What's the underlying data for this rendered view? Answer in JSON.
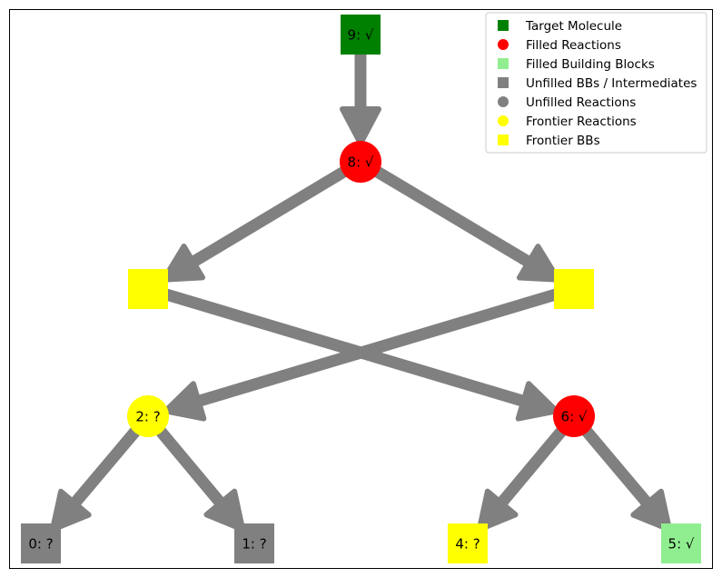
{
  "colors": {
    "target": "#008000",
    "filled_reaction": "#ff0000",
    "filled_bb": "#90ee90",
    "unfilled": "#808080",
    "frontier": "#ffff00",
    "edge": "#808080",
    "frame": "#000000",
    "legend_border": "#cccccc"
  },
  "nodes": [
    {
      "id": "9",
      "label": "9: √",
      "shape": "square",
      "status": "target",
      "color": "#008000"
    },
    {
      "id": "8",
      "label": "8: √",
      "shape": "circle",
      "status": "filled-reaction",
      "color": "#ff0000"
    },
    {
      "id": "7",
      "label": "",
      "shape": "square",
      "status": "frontier-bb",
      "color": "#ffff00"
    },
    {
      "id": "3",
      "label": "",
      "shape": "square",
      "status": "frontier-bb",
      "color": "#ffff00"
    },
    {
      "id": "2",
      "label": "2: ?",
      "shape": "circle",
      "status": "frontier-reaction",
      "color": "#ffff00"
    },
    {
      "id": "6",
      "label": "6: √",
      "shape": "circle",
      "status": "filled-reaction",
      "color": "#ff0000"
    },
    {
      "id": "0",
      "label": "0: ?",
      "shape": "square",
      "status": "unfilled-bb",
      "color": "#808080"
    },
    {
      "id": "1",
      "label": "1: ?",
      "shape": "square",
      "status": "unfilled-bb",
      "color": "#808080"
    },
    {
      "id": "4",
      "label": "4: ?",
      "shape": "square",
      "status": "frontier-bb",
      "color": "#ffff00"
    },
    {
      "id": "5",
      "label": "5: √",
      "shape": "square",
      "status": "filled-bb",
      "color": "#90ee90"
    }
  ],
  "edges": [
    {
      "from": "9",
      "to": "8"
    },
    {
      "from": "8",
      "to": "3"
    },
    {
      "from": "8",
      "to": "7"
    },
    {
      "from": "3",
      "to": "2"
    },
    {
      "from": "7",
      "to": "6"
    },
    {
      "from": "2",
      "to": "0"
    },
    {
      "from": "2",
      "to": "1"
    },
    {
      "from": "6",
      "to": "4"
    },
    {
      "from": "6",
      "to": "5"
    }
  ],
  "legend": {
    "items": [
      {
        "label": "Target Molecule",
        "marker": "square",
        "color": "#008000"
      },
      {
        "label": "Filled Reactions",
        "marker": "circle",
        "color": "#ff0000"
      },
      {
        "label": "Filled Building Blocks",
        "marker": "square",
        "color": "#90ee90"
      },
      {
        "label": "Unfilled BBs / Intermediates",
        "marker": "square",
        "color": "#808080"
      },
      {
        "label": "Unfilled Reactions",
        "marker": "circle",
        "color": "#808080"
      },
      {
        "label": "Frontier Reactions",
        "marker": "circle",
        "color": "#ffff00"
      },
      {
        "label": "Frontier BBs",
        "marker": "square",
        "color": "#ffff00"
      }
    ]
  }
}
